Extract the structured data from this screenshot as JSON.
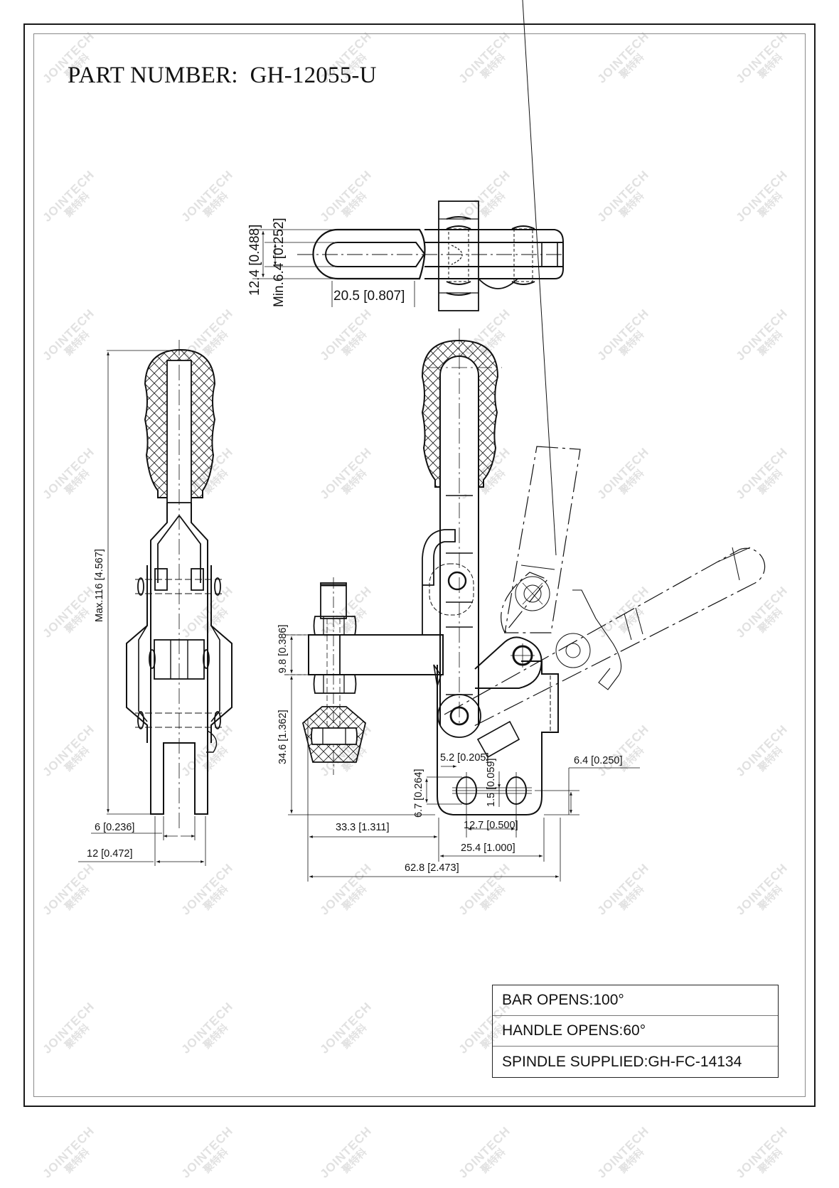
{
  "title": {
    "label": "PART NUMBER:",
    "part_number": "GH-12055-U",
    "full": "PART NUMBER:  GH-12055-U"
  },
  "watermark": {
    "text": "JOINTECH",
    "text_cn": "聚特科"
  },
  "top_view": {
    "dims": {
      "overall_width": "12.4 [0.488]",
      "min_slot": "Min.6.4 [0.252]",
      "slot_length": "20.5 [0.807]"
    }
  },
  "side_view": {
    "dims": {
      "max_height": "Max.116 [4.567]",
      "slot_width": "6 [0.236]",
      "jaw_width": "12 [0.472]"
    }
  },
  "front_view": {
    "dims": {
      "arm_thickness": "9.8 [0.386]",
      "spindle_height": "34.6 [1.362]",
      "hole_width": "5.2 [0.205]",
      "hole_height": "6.7 [0.264]",
      "slot_offset": "1.5 [0.059]",
      "base_height": "6.4 [0.250]",
      "spindle_reach": "33.3 [1.311]",
      "hole_spacing": "12.7 [0.500]",
      "base_width": "25.4 [1.000]",
      "overall_length": "62.8 [2.473]"
    }
  },
  "specs": {
    "bar_opens": "BAR OPENS:100°",
    "handle_opens": "HANDLE OPENS:60°",
    "spindle_supplied": "SPINDLE SUPPLIED:GH-FC-14134"
  }
}
